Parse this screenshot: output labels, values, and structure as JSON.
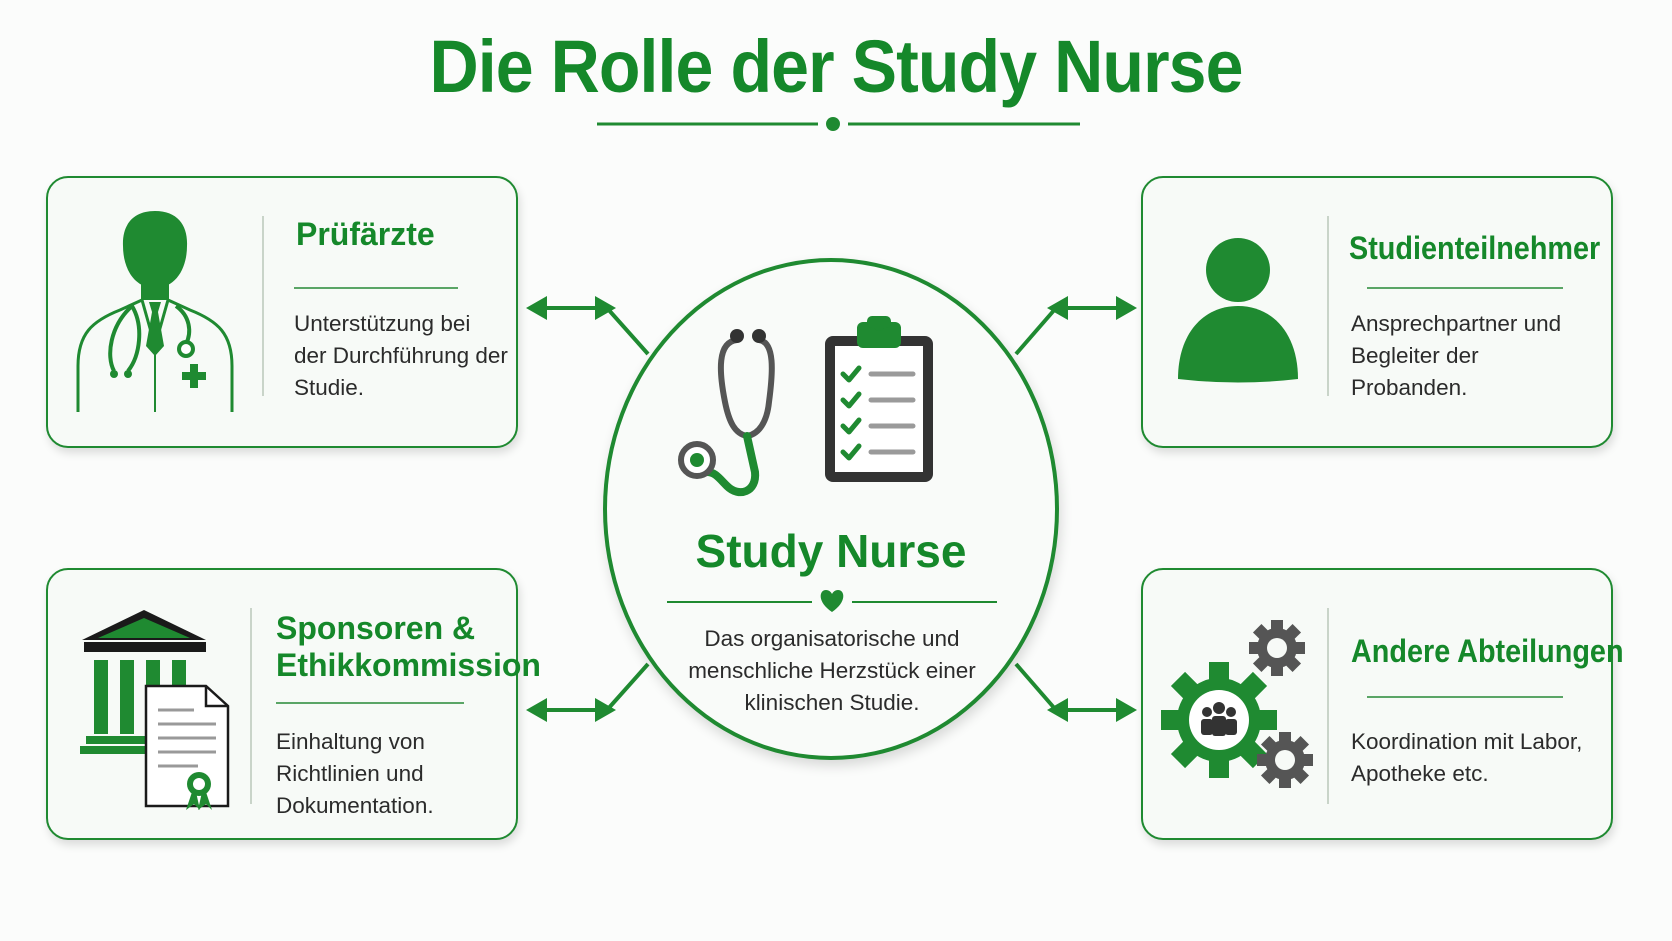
{
  "title": "Die Rolle der Study Nurse",
  "colors": {
    "accent": "#15882a",
    "text": "#2b2b2b",
    "icon_gray": "#555555"
  },
  "center": {
    "title": "Study Nurse",
    "description": "Das organisatorische und menschliche Herzstück einer klinischen Studie.",
    "icons": [
      "stethoscope-icon",
      "clipboard-checklist-icon",
      "heart-icon"
    ]
  },
  "cards": [
    {
      "id": "pruefaerzte",
      "title": "Prüfärzte",
      "description": "Unterstützung bei der Durchführung der Studie.",
      "icon": "doctor-icon"
    },
    {
      "id": "studienteilnehmer",
      "title": "Studienteilnehmer",
      "description": "Ansprechpartner und Begleiter der Probanden.",
      "icon": "person-icon"
    },
    {
      "id": "sponsoren",
      "title_line1": "Sponsoren &",
      "title_line2": "Ethikkommission",
      "description": "Einhaltung von Richtlinien und Dokumentation.",
      "icon": "institution-document-icon"
    },
    {
      "id": "abteilungen",
      "title": "Andere Abteilungen",
      "description": "Koordination mit Labor, Apotheke etc.",
      "icon": "gears-team-icon"
    }
  ]
}
